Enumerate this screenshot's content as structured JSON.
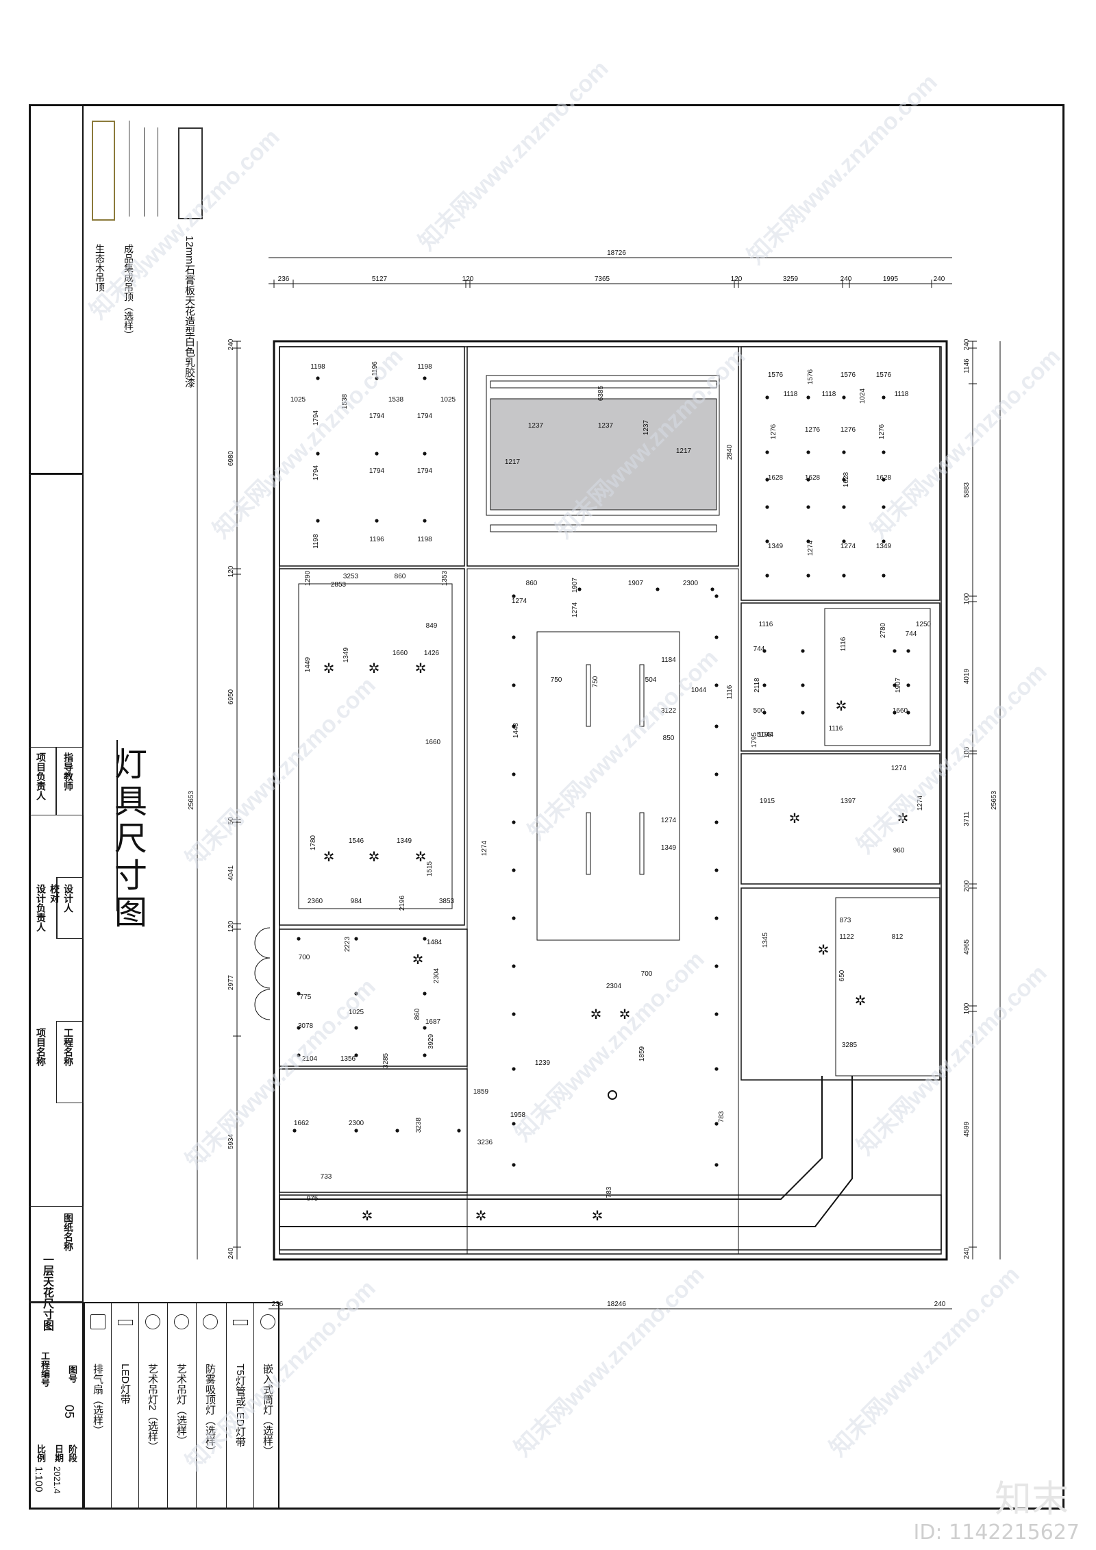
{
  "drawing": {
    "title": "灯具尺寸图",
    "sheet_name": "一层天花尺寸图",
    "sheet_number": "05",
    "date": "2021.4",
    "scale": "1:100"
  },
  "title_block": {
    "labels": {
      "supervisor": "指导教师",
      "project_lead": "项目负责人",
      "designer": "设计人",
      "checker": "校对",
      "design_lead": "设计负责人",
      "project_title": "工程名称",
      "project_name": "项目名称",
      "drawing_name": "图纸名称",
      "drawing_no": "图号",
      "job_no": "工程编号",
      "stage": "阶段",
      "date": "日期",
      "scale": "比例"
    }
  },
  "materials_legend": [
    {
      "text": "12mm石膏板天花造型白色乳胶漆"
    },
    {
      "text": "成品集成吊顶（选样）"
    },
    {
      "text": "生态木吊顶"
    }
  ],
  "fixture_legend": [
    {
      "text": "嵌入式筒灯（选样）",
      "icon": "downlight-icon"
    },
    {
      "text": "T5灯管或LED灯带",
      "icon": "led-strip-icon"
    },
    {
      "text": "防雾吸顶灯（选样）",
      "icon": "ceiling-lamp-icon"
    },
    {
      "text": "艺术吊灯（选样）",
      "icon": "chandelier-icon"
    },
    {
      "text": "艺术吊灯2（选样）",
      "icon": "chandelier2-icon"
    },
    {
      "text": "LED灯带",
      "icon": "led-bar-icon"
    },
    {
      "text": "排气扇（选样）",
      "icon": "exhaust-fan-icon"
    }
  ],
  "dimensions": {
    "top_total": "18726",
    "top_segments": [
      "236",
      "5127",
      "120",
      "7365",
      "120",
      "3259",
      "240",
      "1995",
      "240"
    ],
    "bottom_total": "18246",
    "bottom_segments": [
      "236",
      "240"
    ],
    "left_total": "25653",
    "left_segments": [
      "240",
      "6980",
      "120",
      "6950",
      "50",
      "4041",
      "120",
      "2977",
      "5934",
      "240"
    ],
    "right_total": "25653",
    "right_segments": [
      "240",
      "1146",
      "5883",
      "100",
      "4019",
      "100",
      "3711",
      "200",
      "4965",
      "100",
      "4599",
      "240"
    ],
    "interior": [
      "1198",
      "1196",
      "1198",
      "1025",
      "1538",
      "1538",
      "1025",
      "1794",
      "1794",
      "1794",
      "1794",
      "1794",
      "1794",
      "1198",
      "1196",
      "1198",
      "6385",
      "1237",
      "1237",
      "1237",
      "1217",
      "1217",
      "2840",
      "1118",
      "1118",
      "1024",
      "1118",
      "1576",
      "1576",
      "1576",
      "1576",
      "1276",
      "1276",
      "1276",
      "1276",
      "1628",
      "1628",
      "1628",
      "1628",
      "1349",
      "1274",
      "1274",
      "1349",
      "1290",
      "3253",
      "860",
      "1353",
      "2853",
      "860",
      "1907",
      "1907",
      "2300",
      "1274",
      "1274",
      "849",
      "1349",
      "1660",
      "1426",
      "1449",
      "1184",
      "750",
      "750",
      "504",
      "1044",
      "1116",
      "1116",
      "744",
      "2118",
      "500",
      "1044",
      "2780",
      "1250",
      "744",
      "1116",
      "1116",
      "5198",
      "1907",
      "1660",
      "1660",
      "1448",
      "3122",
      "850",
      "1795",
      "1915",
      "1397",
      "1274",
      "1274",
      "960",
      "1780",
      "1546",
      "1349",
      "1274",
      "1274",
      "1349",
      "1515",
      "2360",
      "984",
      "2196",
      "3853",
      "873",
      "1345",
      "1122",
      "812",
      "2223",
      "1484",
      "700",
      "2304",
      "2304",
      "700",
      "650",
      "775",
      "1025",
      "860",
      "3078",
      "1687",
      "3929",
      "2104",
      "1356",
      "3285",
      "3285",
      "1239",
      "1859",
      "1859",
      "1958",
      "783",
      "1662",
      "2300",
      "3238",
      "3236",
      "733",
      "783",
      "975"
    ]
  },
  "colors": {
    "line": "#111111",
    "gray_fill": "#c6c6c8",
    "watermark": "#d8dde6"
  },
  "watermark": {
    "text": "知末网www.znzmo.com",
    "brand": "知末",
    "id": "ID: 1142215627"
  }
}
